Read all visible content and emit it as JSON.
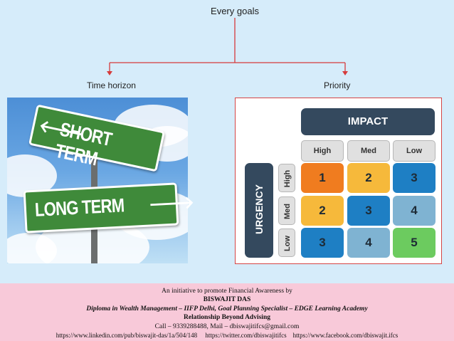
{
  "diagram": {
    "root": "Every goals",
    "branches": [
      "Time horizon",
      "Priority"
    ]
  },
  "signs": {
    "short": "SHORT TERM",
    "long": "LONG TERM",
    "short_arrow": "🡐",
    "long_arrow": "🡒"
  },
  "matrix": {
    "impact_label": "IMPACT",
    "urgency_label": "URGENCY",
    "impact_levels": [
      "High",
      "Med",
      "Low"
    ],
    "urgency_levels": [
      "High",
      "Med",
      "Low"
    ],
    "cells": [
      [
        "1",
        "2",
        "3"
      ],
      [
        "2",
        "3",
        "4"
      ],
      [
        "3",
        "4",
        "5"
      ]
    ],
    "colors": {
      "1": "#f07c1f",
      "2": "#f6b93b",
      "3": "#1e7fc4",
      "4": "#7fb3d2",
      "5": "#6ccb5f"
    }
  },
  "footer": {
    "line1": "An initiative to promote Financial Awareness by",
    "line2": "BISWAJIT DAS",
    "line3": "Diploma in Wealth Management – IIFP Delhi, Goal Planning Specialist – EDGE Learning Academy",
    "line4": "Relationship Beyond Advising",
    "line5": "Call  – 9339288488, Mail – dbiswajitifcs@gmail.com",
    "line6": "https://www.linkedin.com/pub/biswajit-das/1a/504/148     https://twitter.com/dbiswajitifcs    https://www.facebook.com/dbiswajit.ifcs"
  },
  "colors": {
    "background": "#d6ecfa",
    "connector": "#d63b3b",
    "footer_bg": "#f8c9d9",
    "dark_bar": "#34495e"
  }
}
